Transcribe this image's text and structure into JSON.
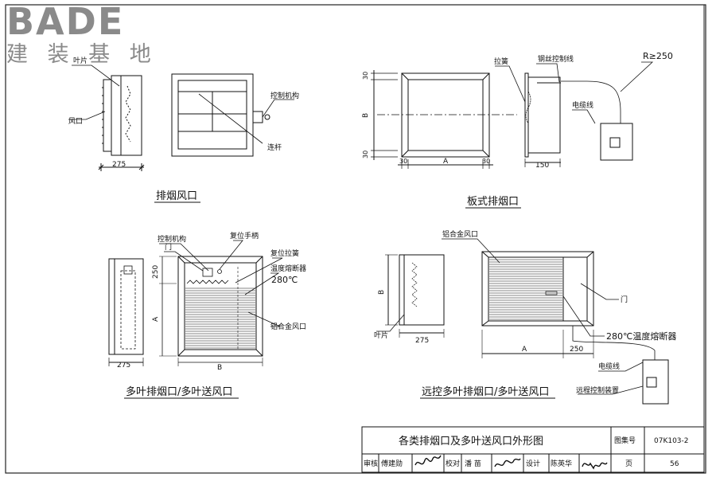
{
  "watermark": {
    "brand": "BADE",
    "sub": "建 装 基 地"
  },
  "fig1": {
    "title": "排烟风口",
    "labels": {
      "blade": "叶片",
      "vent": "风口",
      "control": "控制机构",
      "rod": "连杆"
    },
    "dims": {
      "depth": "275"
    }
  },
  "fig2": {
    "title": "板式排烟口",
    "labels": {
      "spring": "拉簧",
      "wire": "钢丝控制线",
      "cable": "电缆线",
      "radius": "R≥250"
    },
    "dims": {
      "top": "30",
      "bottom": "30",
      "height": "B",
      "left": "30",
      "width": "A",
      "right": "30",
      "depth": "150"
    }
  },
  "fig3": {
    "title": "多叶排烟口/多叶送风口",
    "labels": {
      "control": "控制机构",
      "door": "门",
      "reset_handle": "复位手柄",
      "reset_spring": "复位拉簧",
      "fuse": "温度熔断器",
      "temp": "280℃",
      "grille": "铝合金风口"
    },
    "dims": {
      "top": "250",
      "height": "A",
      "width": "B",
      "depth": "275"
    }
  },
  "fig4": {
    "title": "远控多叶排烟口/多叶送风口",
    "labels": {
      "grille": "铝合金风口",
      "door": "门",
      "fuse": "280℃温度熔断器",
      "cable": "电缆线",
      "remote": "远程控制装置",
      "blade": "叶片"
    },
    "dims": {
      "height": "B",
      "depth": "275",
      "width": "A",
      "side": "250"
    }
  },
  "titleblock": {
    "title": "各类排烟口及多叶送风口外形图",
    "atlas_label": "图集号",
    "atlas_no": "07K103-2",
    "review_label": "审核",
    "reviewer": "傅建勋",
    "check_label": "校对",
    "checker": "潘 苗",
    "design_label": "设计",
    "designer": "陈英华",
    "page_label": "页",
    "page_no": "56"
  }
}
